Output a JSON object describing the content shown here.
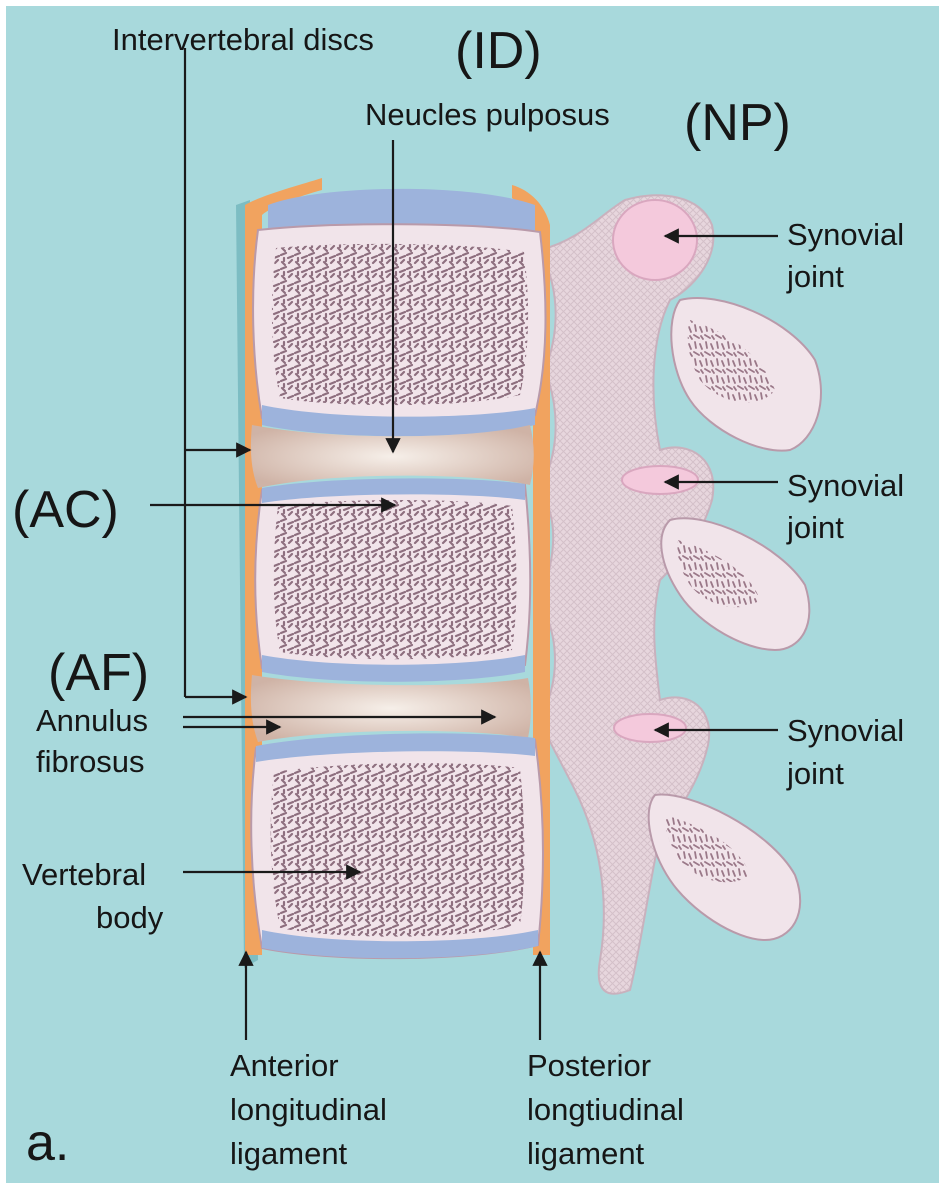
{
  "colors": {
    "background": "#a8d9dc",
    "bone": "#f1e4ea",
    "trabecular": "#8e6f7f",
    "cartilage": "#9db3dc",
    "disc": "#d8bfb6",
    "ligament": "#f1a35f",
    "process": "#e8d8e0"
  },
  "labels": {
    "id_label": "Intervertebral discs",
    "id_abbr": "(ID)",
    "np_label": "Neucles pulposus",
    "np_abbr": "(NP)",
    "ac_abbr": "(AC)",
    "af_abbr": "(AF)",
    "annulus_line1": "Annulus",
    "annulus_line2": "fibrosus",
    "vertebral_line1": "Vertebral",
    "vertebral_line2": "body",
    "synovial_1_line1": "Synovial",
    "synovial_1_line2": "joint",
    "synovial_2_line1": "Synovial",
    "synovial_2_line2": "joint",
    "synovial_3_line1": "Synovial",
    "synovial_3_line2": "joint",
    "anterior_line1": "Anterior",
    "anterior_line2": "longitudinal",
    "anterior_line3": "ligament",
    "posterior_line1": "Posterior",
    "posterior_line2": "longtiudinal",
    "posterior_line3": "ligament",
    "panel_letter": "a."
  }
}
